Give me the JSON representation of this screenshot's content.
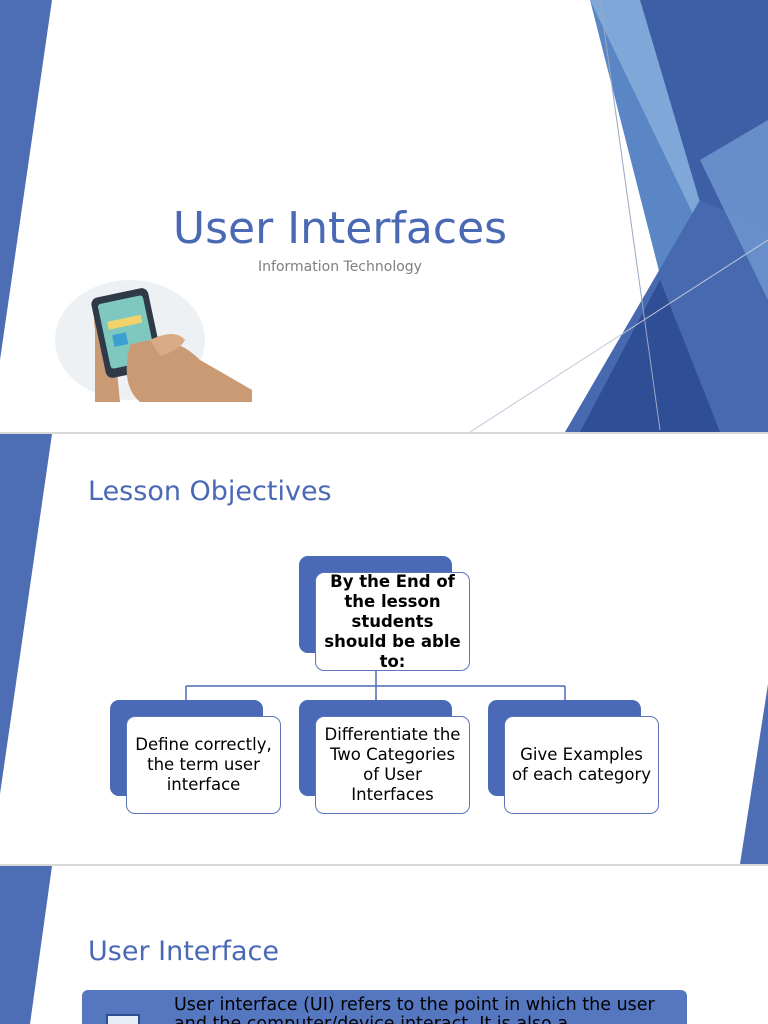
{
  "slide1": {
    "title": "User Interfaces",
    "subtitle": "Information Technology",
    "image_icon": "phone-in-hands-icon"
  },
  "slide2": {
    "heading": "Lesson Objectives",
    "root": "By the End of the lesson students should be able to:",
    "children": [
      "Define correctly, the term user interface",
      "Differentiate the Two Categories of User Interfaces",
      "Give Examples of each category"
    ]
  },
  "slide3": {
    "heading": "User Interface",
    "body": "User interface (UI) refers to the point in which the user and the computer/device interact. It is also a",
    "icon": "window-icon"
  },
  "colors": {
    "accent": "#4a69b5",
    "dark_blue": "#3e5d9f",
    "light_blue": "#6d9bd1"
  }
}
